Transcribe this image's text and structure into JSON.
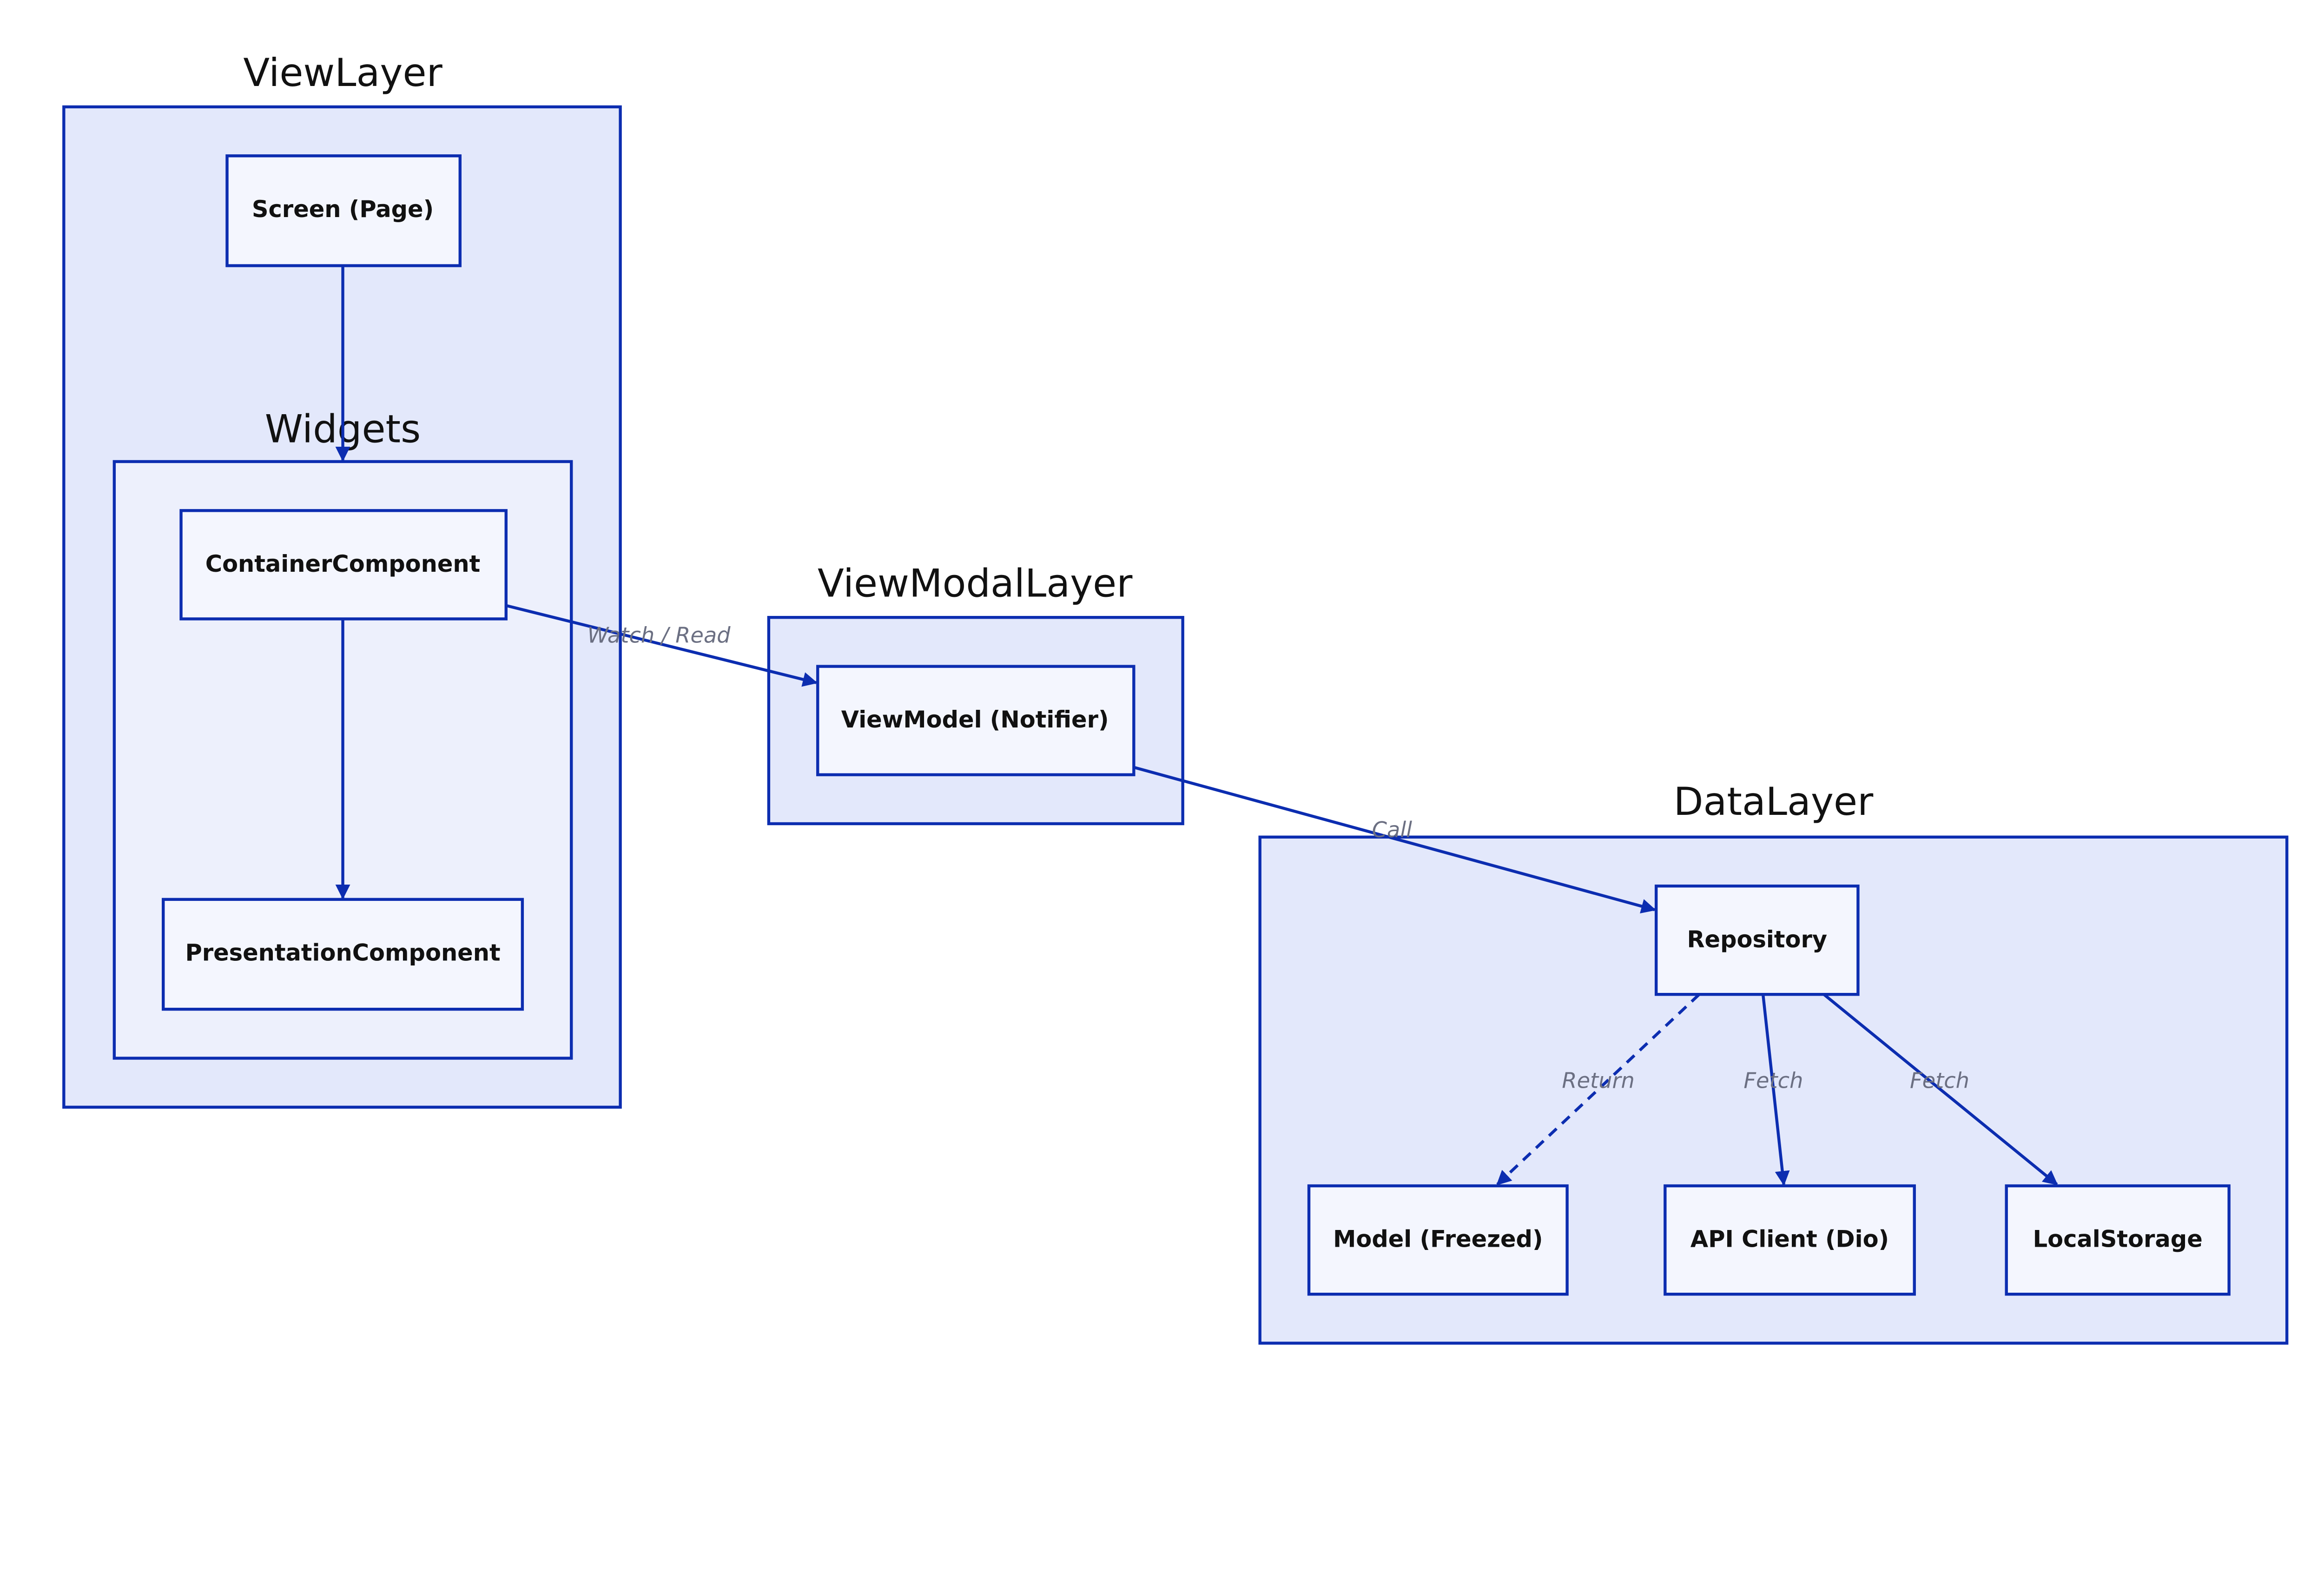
{
  "clusters": {
    "view_layer": "ViewLayer",
    "widgets": "Widgets",
    "view_modal_layer": "ViewModalLayer",
    "data_layer": "DataLayer"
  },
  "nodes": {
    "screen": "Screen (Page)",
    "container": "ContainerComponent",
    "presentation": "PresentationComponent",
    "viewmodel": "ViewModel (Notifier)",
    "repository": "Repository",
    "model": "Model (Freezed)",
    "api_client": "API Client (Dio)",
    "local_storage": "LocalStorage"
  },
  "edges": {
    "watch_read": "Watch / Read",
    "call": "Call",
    "return": "Return",
    "fetch_api": "Fetch",
    "fetch_local": "Fetch"
  },
  "colors": {
    "stroke": "#0c2db0",
    "cluster_fill": "#e3e8fb",
    "node_fill": "#f4f6fe"
  }
}
